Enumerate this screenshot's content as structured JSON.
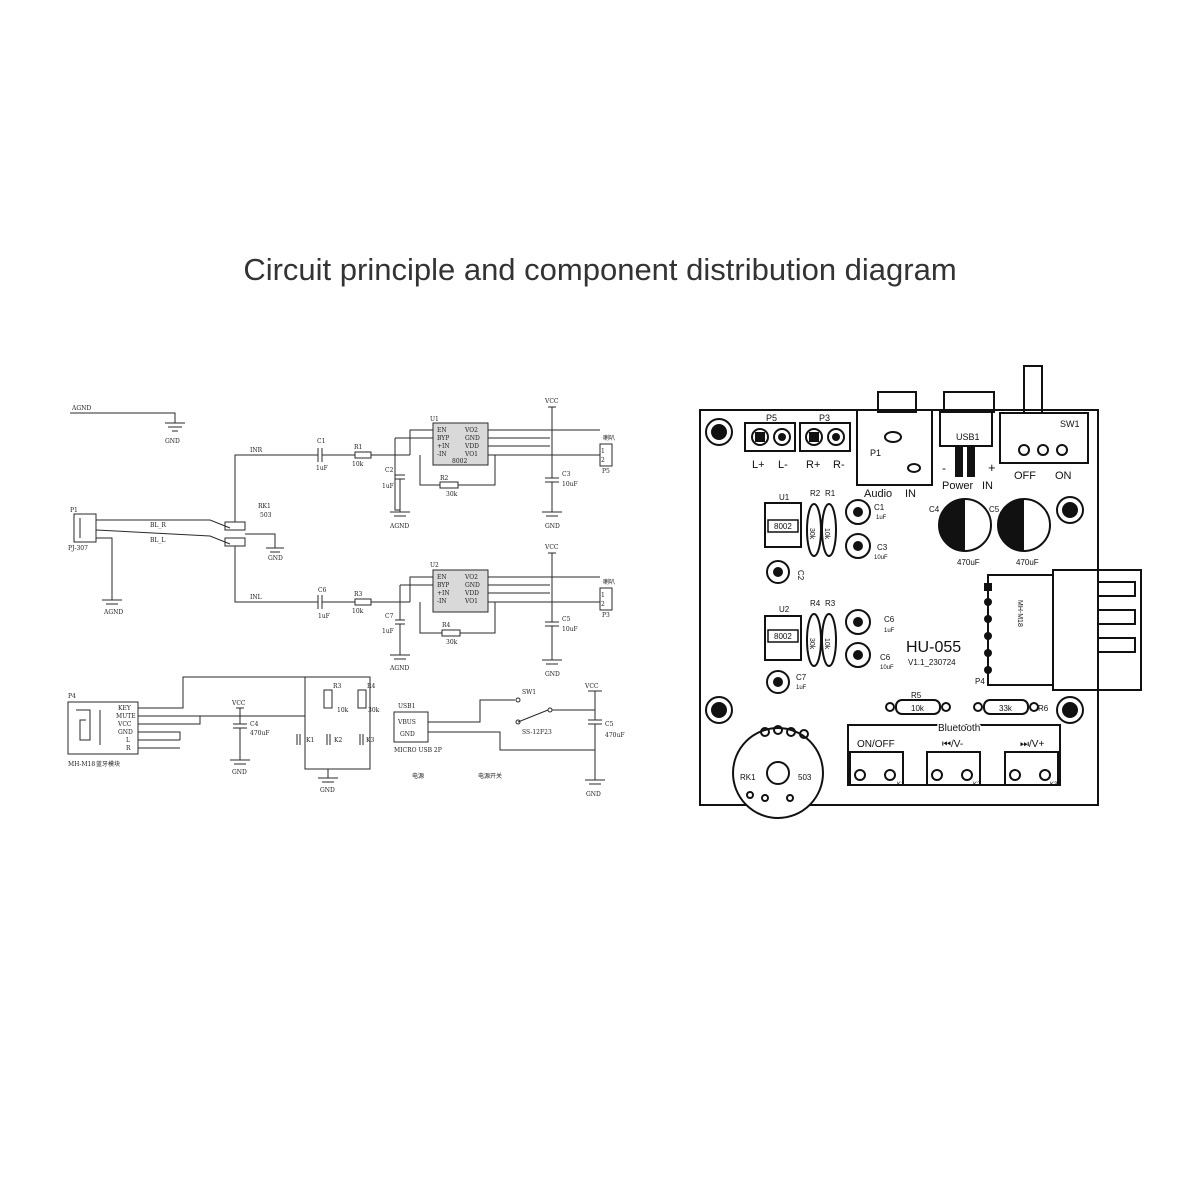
{
  "title": "Circuit principle and component distribution diagram",
  "schematic": {
    "agnd": "AGND",
    "gnd": "GND",
    "vcc": "VCC",
    "p1": "P1",
    "p1_part": "PJ-307",
    "b_r": "BL_R",
    "b_l": "BL_L",
    "rk1": "RK1",
    "rk1_val": "503",
    "inr": "INR",
    "inl": "INL",
    "c1": "C1",
    "c2": "C2",
    "c3": "C3",
    "c5": "C5",
    "c6": "C6",
    "c7": "C7",
    "cap_1uf": "1uF",
    "cap_10uf": "10uF",
    "cap_470uf": "470uF",
    "r1": "R1",
    "r2": "R2",
    "r3": "R3",
    "r4": "R4",
    "r_10k": "10k",
    "r_30k": "30k",
    "u1": "U1",
    "u2": "U2",
    "chip": "8002",
    "pins": [
      "EN",
      "BYP",
      "+IN",
      "-IN",
      "VO2",
      "GND",
      "VDD",
      "VO1"
    ],
    "speaker": "喇叭",
    "p5": "P5",
    "p3": "P3",
    "p4": "P4",
    "p4_pins": [
      "KEY",
      "MUTE",
      "VCC",
      "GND",
      "L",
      "R"
    ],
    "bt_module": "MH-M18",
    "bt_module_cn": "蓝牙模块",
    "c4": "C4",
    "keys": [
      "K1",
      "K2",
      "K3"
    ],
    "usb1": "USB1",
    "usb_pins": [
      "VBUS",
      "GND"
    ],
    "usb_part": "MICRO USB 2P",
    "sw1": "SW1",
    "sw_part": "SS-12F23",
    "power_cn": "电源",
    "power_switch_cn": "电源开关"
  },
  "pcb": {
    "p5": "P5",
    "p3": "P3",
    "l_plus": "L+",
    "l_minus": "L-",
    "r_plus": "R+",
    "r_minus": "R-",
    "p1": "P1",
    "audio": "Audio",
    "in": "IN",
    "usb1": "USB1",
    "power": "Power",
    "power_in": "IN",
    "sw1": "SW1",
    "off": "OFF",
    "on": "ON",
    "u1": "U1",
    "u2": "U2",
    "chip": "8002",
    "r1": "R1",
    "r2": "R2",
    "r3": "R3",
    "r4": "R4",
    "r5": "R5",
    "r6": "R6",
    "r_30k": "30k",
    "r_10k": "10k",
    "r5_val": "10k",
    "r6_val": "33k",
    "c1": "C1",
    "c2": "C2",
    "c3": "C3",
    "c4": "C4",
    "c5": "C5",
    "c6": "C6",
    "c7": "C7",
    "cap_1uf": "1uF",
    "cap_10uf": "10uF",
    "cap_470uf": "470uF",
    "bt_module": "MH-M18",
    "p4": "P4",
    "board_name": "HU-055",
    "board_version": "V1.1_230724",
    "bluetooth": "Bluetooth",
    "btn_onoff": "ON/OFF",
    "btn_prev": "⏮/V-",
    "btn_next": "⏭/V+",
    "k1": "K1",
    "k2": "K2",
    "k3": "K3",
    "rk1": "RK1",
    "rk1_val": "503"
  }
}
